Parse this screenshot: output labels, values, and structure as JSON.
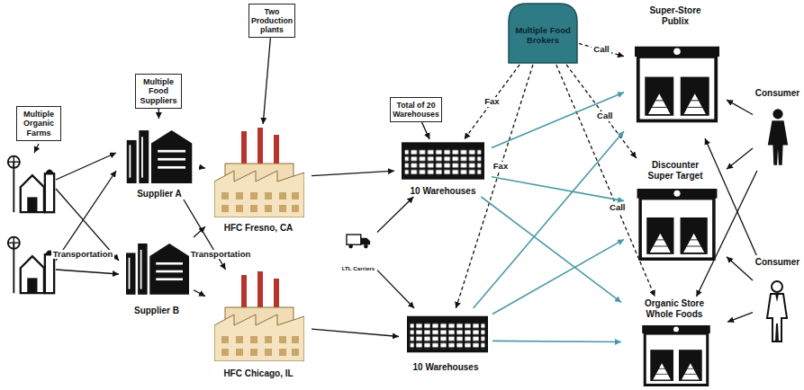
{
  "diagram": {
    "nodes": [
      {
        "text": [
          "Multiple Organic Farms"
        ]
      },
      {
        "text": [
          "Multiple Food Suppliers"
        ]
      },
      {
        "text": [
          "Supplier A"
        ]
      },
      {
        "text": [
          "Supplier B"
        ]
      },
      {
        "text": [
          "Two Production plants"
        ]
      },
      {
        "text": [
          "HFC Fresno, CA"
        ]
      },
      {
        "text": [
          "HFC Chicago, IL"
        ]
      },
      {
        "text": [
          "LTL Carriers"
        ]
      },
      {
        "text": [
          "Total of 20 Warehouses"
        ]
      },
      {
        "text": [
          "10 Warehouses"
        ]
      },
      {
        "text": [
          "10 Warehouses"
        ]
      },
      {
        "text": [
          "Multiple Food Brokers"
        ]
      },
      {
        "text": [
          "Super-Store Publix"
        ]
      },
      {
        "text": [
          "Discounter Super Target"
        ]
      },
      {
        "text": [
          "Organic Store Whole Foods"
        ]
      },
      {
        "text": [
          "Consumer"
        ]
      },
      {
        "text": [
          "Consumer"
        ]
      }
    ],
    "edges": [
      {
        "from": 1,
        "to": 2,
        "arrow": "to"
      },
      {
        "from": 2,
        "to": 5,
        "arrow": "to"
      },
      {
        "from": 2,
        "to": 6,
        "arrow": "to"
      },
      {
        "from": 3,
        "to": 5,
        "arrow": "to",
        "label": "Transportation"
      },
      {
        "from": 3,
        "to": 6,
        "arrow": "to"
      },
      {
        "from": 4,
        "to": 5,
        "arrow": "to"
      },
      {
        "from": 5,
        "to": 9,
        "arrow": "to"
      },
      {
        "from": 6,
        "to": 10,
        "arrow": "to"
      },
      {
        "from": 7,
        "to": 9,
        "arrow": "to"
      },
      {
        "from": 7,
        "to": 10,
        "arrow": "to"
      },
      {
        "from": 8,
        "to": 9,
        "arrow": "to"
      },
      {
        "from": 11,
        "to": 9,
        "arrow": "to",
        "label": "Fax"
      },
      {
        "from": 11,
        "to": 10,
        "arrow": "to",
        "label": "Fax"
      },
      {
        "from": 11,
        "to": 12,
        "arrow": "to",
        "label": "Call"
      },
      {
        "from": 11,
        "to": 13,
        "arrow": "to",
        "label": "Call"
      },
      {
        "from": 11,
        "to": 14,
        "arrow": "to",
        "label": "Call"
      },
      {
        "from": 9,
        "to": 12,
        "arrow": "to"
      },
      {
        "from": 9,
        "to": 13,
        "arrow": "to"
      },
      {
        "from": 9,
        "to": 14,
        "arrow": "to"
      },
      {
        "from": 10,
        "to": 12,
        "arrow": "to"
      },
      {
        "from": 10,
        "to": 13,
        "arrow": "to"
      },
      {
        "from": 10,
        "to": 14,
        "arrow": "to"
      },
      {
        "from": 15,
        "to": 12,
        "arrow": "to"
      },
      {
        "from": 15,
        "to": 13,
        "arrow": "to"
      },
      {
        "from": 15,
        "to": 14,
        "arrow": "to"
      },
      {
        "from": 16,
        "to": 12,
        "arrow": "to"
      },
      {
        "from": 16,
        "to": 13,
        "arrow": "to"
      },
      {
        "from": 16,
        "to": 14,
        "arrow": "to"
      }
    ],
    "labels": [
      "Transportation"
    ]
  }
}
